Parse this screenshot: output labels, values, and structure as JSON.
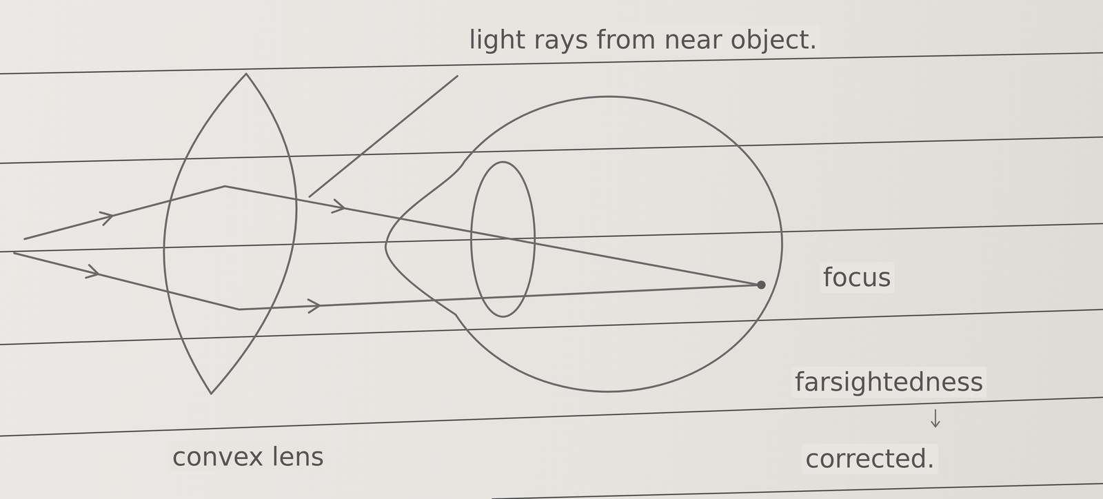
{
  "diagram": {
    "labels": [
      "light rays from near object.",
      "focus",
      "farsightedness",
      "corrected.",
      "convex lens"
    ]
  }
}
